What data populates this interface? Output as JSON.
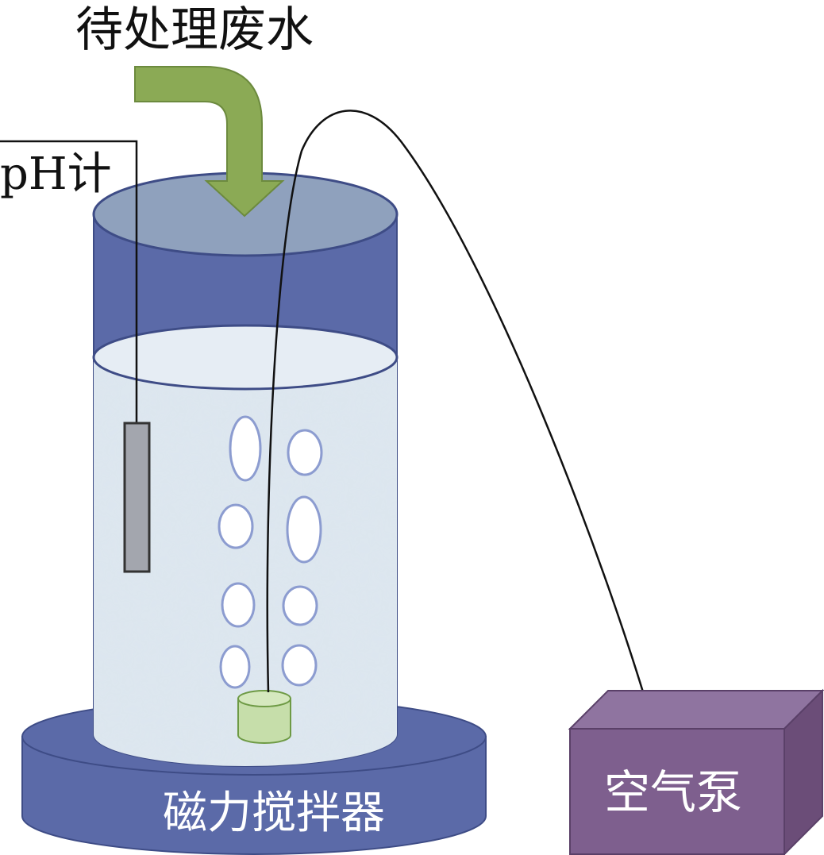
{
  "labels": {
    "inflow": "待处理废水",
    "ph_meter": "pH计",
    "stirrer": "磁力搅拌器",
    "air_pump": "空气泵"
  },
  "colors": {
    "vessel_wall": "#5B6AA8",
    "vessel_top": "#8FA1BD",
    "water": "#DCE6EF",
    "arrow": "#8BAA55",
    "stirrer_base": "#5B6AA8",
    "pump_front": "#7E5F8E",
    "pump_top": "#8F74A0",
    "pump_side": "#6B4D78",
    "probe": "#A3A6AE",
    "diffuser": "#C6DEAA",
    "bubble_stroke": "#8C9CD0"
  }
}
